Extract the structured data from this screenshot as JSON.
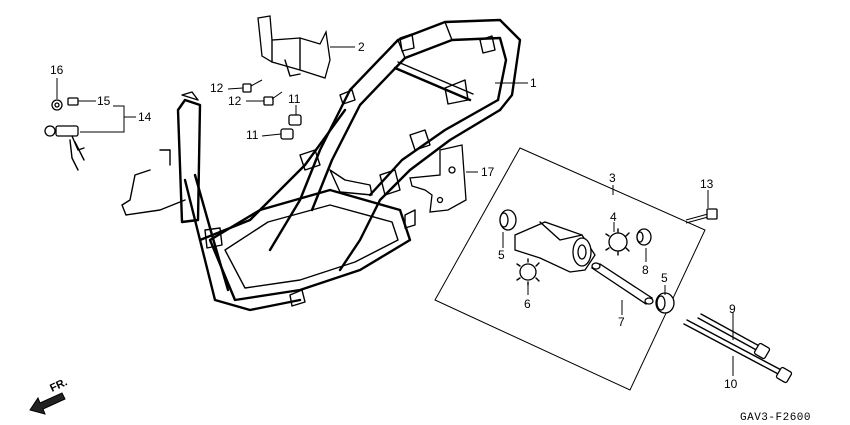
{
  "diagram_code": "GAV3-F2600",
  "direction_label": "FR.",
  "labels": {
    "p1": "1",
    "p2": "2",
    "p3": "3",
    "p4": "4",
    "p5a": "5",
    "p5b": "5",
    "p6": "6",
    "p7": "7",
    "p8": "8",
    "p9": "9",
    "p10": "10",
    "p11a": "11",
    "p11b": "11",
    "p12a": "12",
    "p12b": "12",
    "p13": "13",
    "p14": "14",
    "p15": "15",
    "p16": "16",
    "p17": "17"
  }
}
